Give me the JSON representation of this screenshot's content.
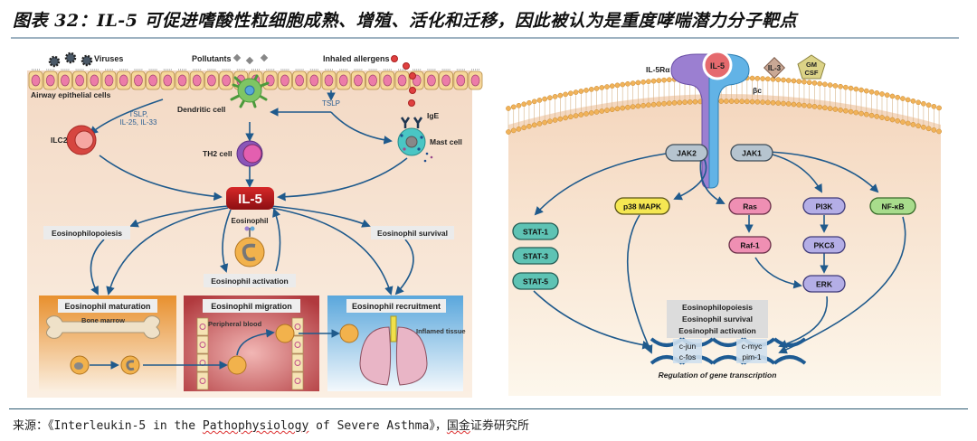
{
  "figure": {
    "title": "图表 32：IL-5 可促进嗜酸性粒细胞成熟、增殖、活化和迁移，因此被认为是重度哮喘潜力分子靶点",
    "source": {
      "prefix": "来源：《Interleukin-5 in the ",
      "underlined": "Pathophysiology",
      "middle": " of Severe Asthma》，",
      "underlined2": "国金",
      "suffix": "证券研究所"
    }
  },
  "left_panel": {
    "stimuli": {
      "viruses": "Viruses",
      "pollutants": "Pollutants",
      "allergens": "Inhaled allergens"
    },
    "airway_label": "Airway epithelial cells",
    "cytokines_ilc2": [
      "TSLP,",
      "IL-25, IL-33"
    ],
    "tslp": "TSLP",
    "cells": {
      "ilc2": "ILC2",
      "dendritic": "Dendritic cell",
      "th2": "TH2 cell",
      "ige": "IgE",
      "mast": "Mast cell",
      "eosinophil": "Eosinophil"
    },
    "center": "IL-5",
    "effects": {
      "eosinophilopoiesis": "Eosinophilopoiesis",
      "survival": "Eosinophil survival",
      "activation": "Eosinophil activation"
    },
    "stages": [
      {
        "title": "Eosinophil maturation",
        "sublabel": "Bone marrow",
        "color": "#e8902e"
      },
      {
        "title": "Eosinophil migration",
        "sublabel": "Peripheral blood",
        "color": "#b13a3e"
      },
      {
        "title": "Eosinophil recruitment",
        "sublabel": "Inflamed tissue",
        "color": "#5aa7dc"
      }
    ]
  },
  "right_panel": {
    "ligand": "IL-5",
    "receptor_alpha": "IL-5Rα",
    "receptor_beta": "βc",
    "other_ligands": [
      "IL-3",
      "GM",
      "CSF"
    ],
    "kinases": {
      "jak2": "JAK2",
      "jak1": "JAK1"
    },
    "nodes": {
      "stat1": "STAT-1",
      "stat3": "STAT-3",
      "stat5": "STAT-5",
      "p38": "p38 MAPK",
      "ras": "Ras",
      "raf1": "Raf-1",
      "pi3k": "PI3K",
      "pkc": "PKCδ",
      "erk": "ERK",
      "nfkb": "NF-κB"
    },
    "outcomes": [
      "Eosinophilopoiesis",
      "Eosinophil survival",
      "Eosinophil activation"
    ],
    "genes": [
      "c-jun",
      "c-fos",
      "c-myc",
      "pim-1"
    ],
    "caption": "Regulation of gene transcription"
  }
}
